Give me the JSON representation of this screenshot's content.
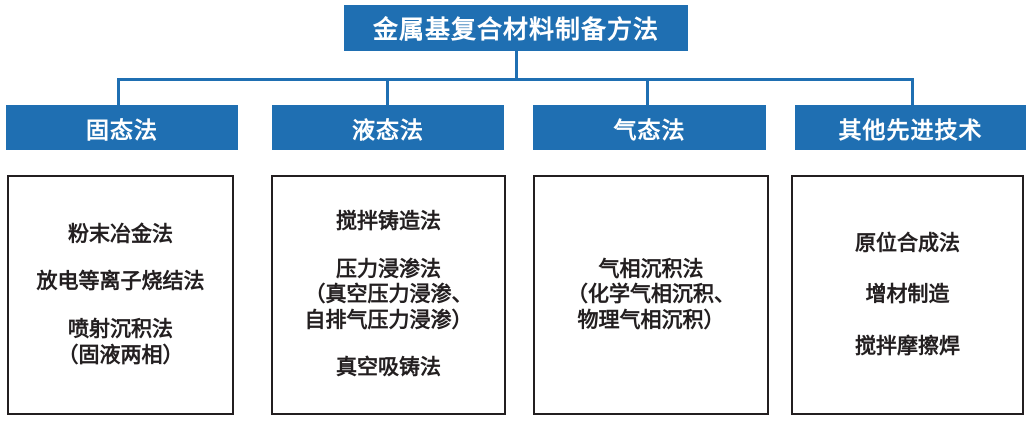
{
  "diagram": {
    "title": "金属基复合材料制备方法",
    "colors": {
      "accent_blue": "#1F6FB2",
      "box_border": "#231f20",
      "background": "#ffffff",
      "header_text": "#ffffff",
      "body_text": "#231f20"
    },
    "columns": [
      {
        "header": "固态法",
        "items": [
          "粉末冶金法",
          "放电等离子烧结法",
          "喷射沉积法\n（固液两相）"
        ]
      },
      {
        "header": "液态法",
        "items": [
          "搅拌铸造法",
          "压力浸渗法\n（真空压力浸渗、\n自排气压力浸渗）",
          "真空吸铸法"
        ]
      },
      {
        "header": "气态法",
        "items": [
          "气相沉积法\n（化学气相沉积、\n物理气相沉积）"
        ]
      },
      {
        "header": "其他先进技术",
        "items": [
          "原位合成法",
          "增材制造",
          "搅拌摩擦焊"
        ]
      }
    ]
  }
}
